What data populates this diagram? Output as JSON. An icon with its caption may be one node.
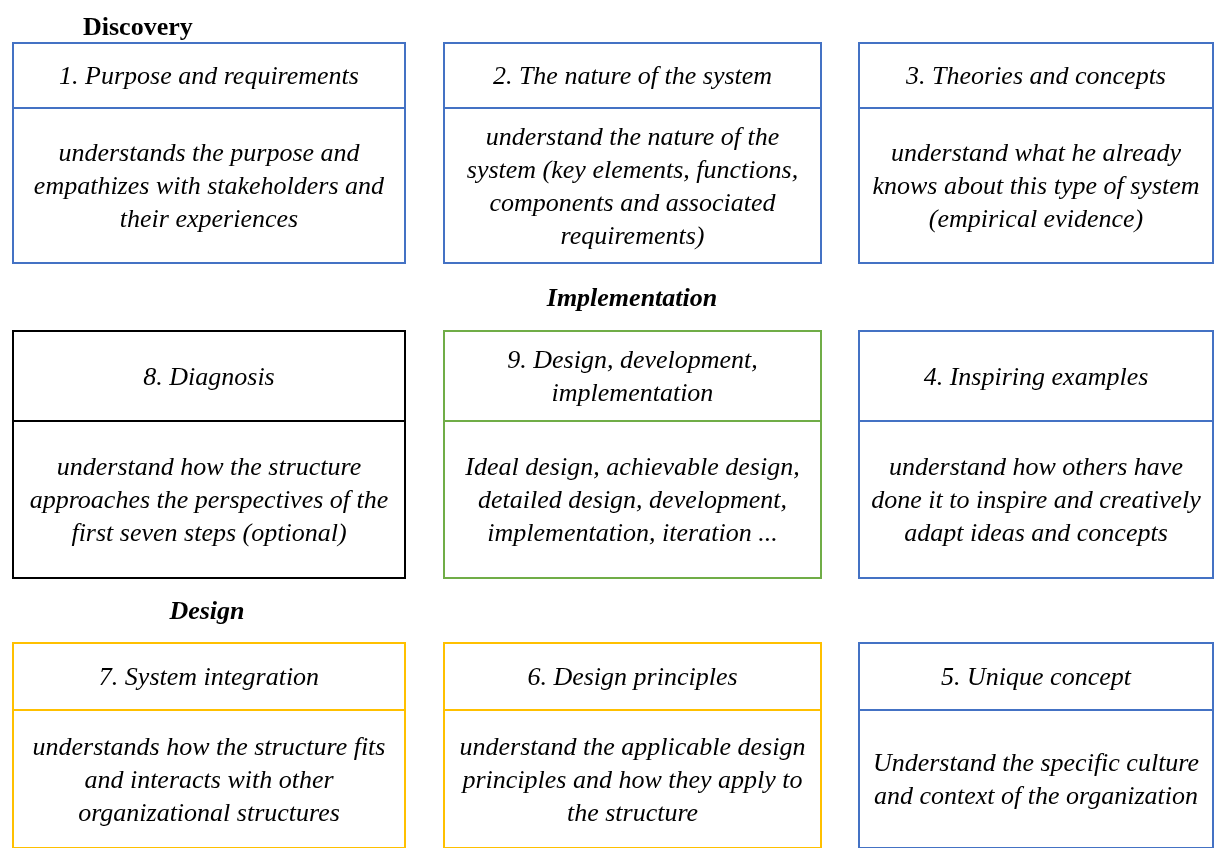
{
  "diagram": {
    "nodes": [
      {
        "text": [
          "1. Purpose and requirements",
          "understands the purpose and empathizes with stakeholders and their experiences"
        ]
      },
      {
        "text": [
          "2. The nature of the system",
          "understand the nature of the system (key elements, functions, components and associated requirements)"
        ]
      },
      {
        "text": [
          "3. Theories and concepts",
          "understand what he already knows about this type of system (empirical evidence)"
        ]
      },
      {
        "text": [
          "8. Diagnosis",
          "understand how the structure approaches the perspectives of the first seven steps (optional)"
        ]
      },
      {
        "text": [
          "9. Design, development, implementation",
          "Ideal design, achievable design, detailed design, development, implementation, iteration ..."
        ]
      },
      {
        "text": [
          "4. Inspiring examples",
          "understand how others have done it to inspire and creatively adapt ideas and concepts"
        ]
      },
      {
        "text": [
          "7. System integration",
          "understands how the structure fits and interacts with other organizational structures"
        ]
      },
      {
        "text": [
          "6. Design principles",
          "understand the applicable design principles and how they apply to the structure"
        ]
      },
      {
        "text": [
          "5. Unique concept",
          "Understand the specific culture and context of the organization"
        ]
      }
    ],
    "labels": [
      "Discovery",
      "Implementation",
      "Design"
    ]
  }
}
